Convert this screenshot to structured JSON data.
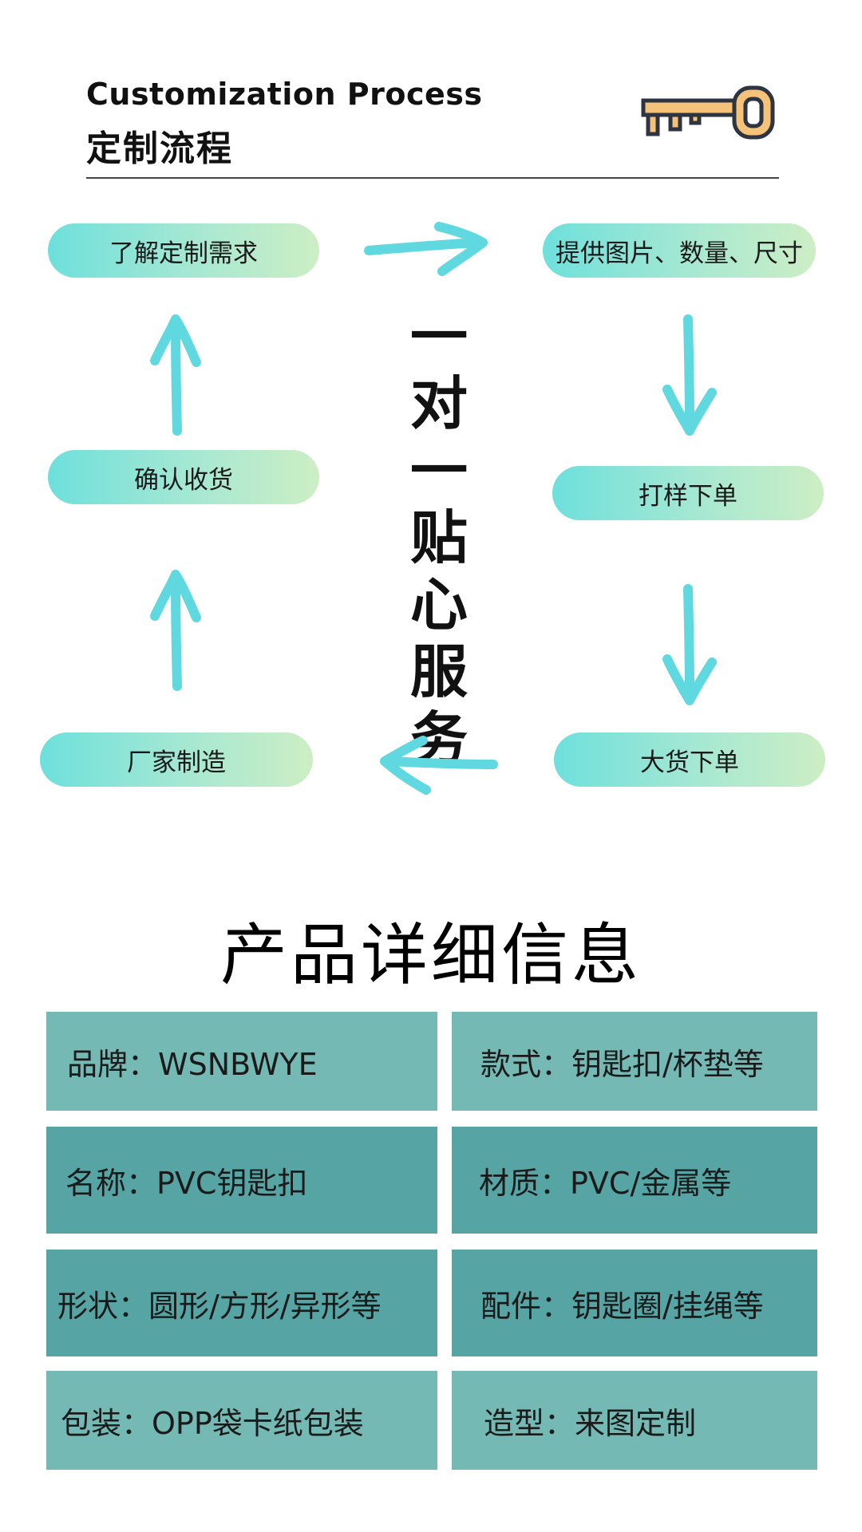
{
  "header": {
    "title_en": "Customization Process",
    "title_cn": "定制流程",
    "key_icon": "key-icon",
    "key_color": "#f5c279"
  },
  "process": {
    "steps": [
      {
        "label": "了解定制需求"
      },
      {
        "label": "提供图片、数量、尺寸"
      },
      {
        "label": "打样下单"
      },
      {
        "label": "大货下单"
      },
      {
        "label": "厂家制造"
      },
      {
        "label": "确认收货"
      }
    ],
    "center_chars": [
      "一",
      "对",
      "一",
      "贴",
      "心",
      "服",
      "务"
    ],
    "arrow_color": "#5fd8df",
    "pill_gradient": [
      "#6ee0dc",
      "#cdeec4"
    ]
  },
  "details": {
    "title": "产品详细信息",
    "rows": [
      {
        "left": "品牌：WSNBWYE",
        "right": "款式：钥匙扣/杯垫等"
      },
      {
        "left": "名称：PVC钥匙扣",
        "right": "材质：PVC/金属等"
      },
      {
        "left": "形状：圆形/方形/异形等",
        "right": "配件：钥匙圈/挂绳等"
      },
      {
        "left": "包装：OPP袋卡纸包装",
        "right": "造型：来图定制"
      }
    ],
    "colors": {
      "light": "#75b9b5",
      "dark": "#56a5a4"
    }
  }
}
